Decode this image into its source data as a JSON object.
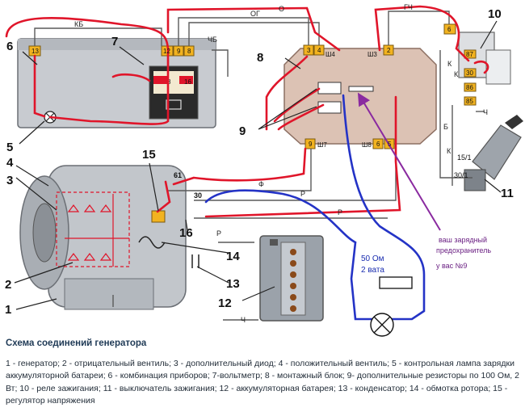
{
  "title": "Схема соединений генератора",
  "legend": "1 - генератор; 2 - отрицательный вентиль; 3 - дополнительный диод; 4 - положительный вентиль; 5 - контрольная лампа зарядки аккумуляторной батареи; 6 - комбинация приборов; 7-вольтметр; 8 - монтажный блок; 9- дополнительные резисторы по 100 Ом, 2 Вт; 10 - реле зажигания; 11 - выключатель зажигания; 12 - аккумуляторная батарея; 13 - конденсатор; 14 - обмотка ротора; 15 - регулятор напряжения",
  "callouts": [
    "1",
    "2",
    "3",
    "4",
    "5",
    "6",
    "7",
    "8",
    "9",
    "10",
    "11",
    "12",
    "13",
    "14",
    "15",
    "16"
  ],
  "wire_labels": {
    "kb": "КБ",
    "o": "О",
    "og": "ОГ",
    "chb": "ЧБ",
    "gch": "ГЧ",
    "k1": "К",
    "k2": "К",
    "k3": "К",
    "ch1": "Ч",
    "ch2": "Ч",
    "b": "Б",
    "f": "Ф",
    "r1": "Р",
    "r2": "Р",
    "r3": "Р"
  },
  "pin_labels": {
    "p13": "13",
    "p12": "12",
    "p9a": "9",
    "p8": "8",
    "p3": "3",
    "p4": "4",
    "p2": "2",
    "p9b": "9",
    "p6a": "6",
    "p5": "5",
    "p6b": "6",
    "p87": "87",
    "p30": "30",
    "p86": "86",
    "p85": "85",
    "t61": "61",
    "t30a": "30",
    "t151": "15/1",
    "t301": "30/1"
  },
  "block_labels": {
    "sh4": "Ш4",
    "sh3": "Ш3",
    "sh7": "Ш7",
    "sh8": "Ш8",
    "v8": "8",
    "v16": "16"
  },
  "annotations": {
    "resistor": "50 Ом",
    "power": "2 вата",
    "fuse_line1": "ваш зарядный",
    "fuse_line2": "предохранитель",
    "fuse_line3": "у вас №9"
  },
  "colors": {
    "wire_red": "#e0152a",
    "wire_blue": "#2433c6",
    "wire_purple": "#8a2aa0",
    "block_grey": "#c8cbd0",
    "mount_block": "#dcc2b4",
    "connector": "#f2b320"
  }
}
